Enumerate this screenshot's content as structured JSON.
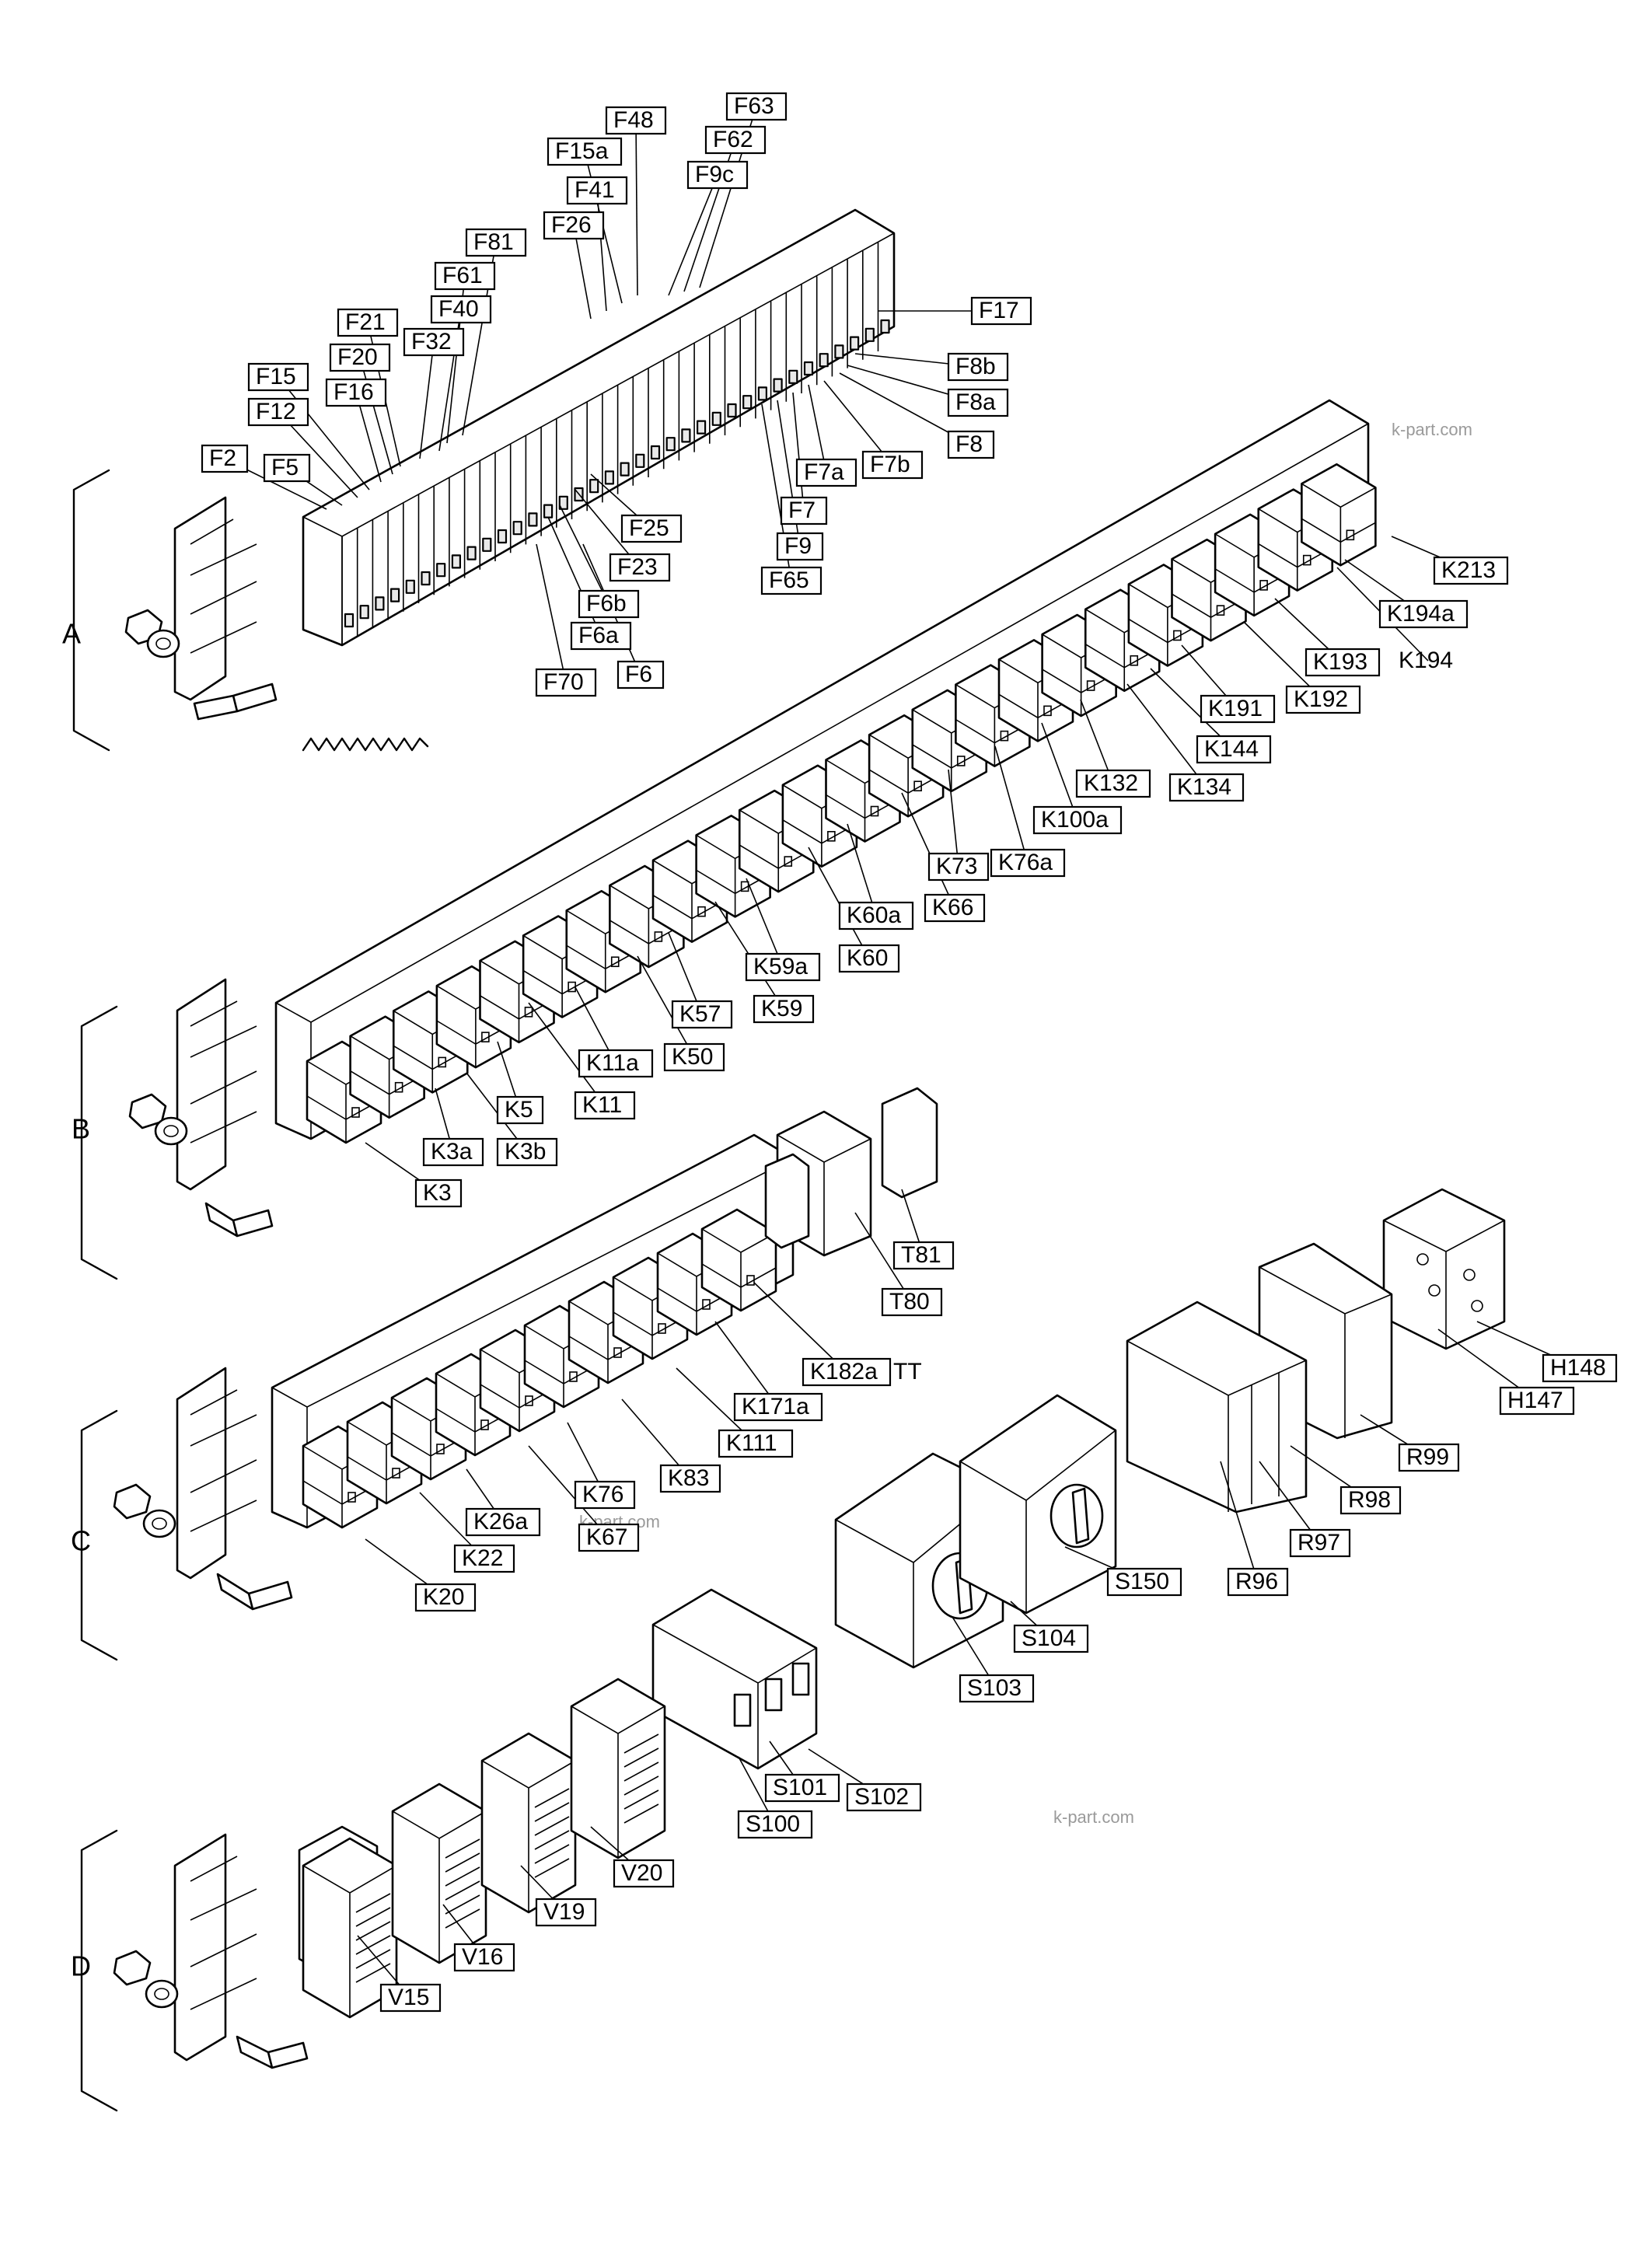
{
  "groups": [
    "A",
    "B",
    "C",
    "D"
  ],
  "watermark": "k-part.com",
  "callouts": {
    "a": [
      "F2",
      "F5",
      "F12",
      "F15",
      "F16",
      "F20",
      "F21",
      "F32",
      "F40",
      "F61",
      "F81",
      "F26",
      "F41",
      "F15a",
      "F48",
      "F9c",
      "F62",
      "F63",
      "F17",
      "F8b",
      "F8a",
      "F8",
      "F7b",
      "F7a",
      "F7",
      "F9",
      "F65",
      "F25",
      "F23",
      "F6b",
      "F6a",
      "F70",
      "F6"
    ],
    "b": [
      "K213",
      "K194a",
      "K194",
      "K193",
      "K192",
      "K191",
      "K144",
      "K134",
      "K132",
      "K100a",
      "K76a",
      "K73",
      "K66",
      "K60a",
      "K60",
      "K59a",
      "K59",
      "K57",
      "K50",
      "K11a",
      "K11",
      "K5",
      "K3a",
      "K3b",
      "K3"
    ],
    "c": [
      "T81",
      "T80",
      "K182a",
      "TT",
      "K171a",
      "K111",
      "K83",
      "K76",
      "K67",
      "K26a",
      "K22",
      "K20",
      "H148",
      "H147",
      "R99",
      "R98",
      "R97",
      "R96",
      "S150",
      "S104",
      "S103"
    ],
    "d": [
      "S101",
      "S102",
      "S100",
      "V20",
      "V19",
      "V16",
      "V15"
    ]
  }
}
